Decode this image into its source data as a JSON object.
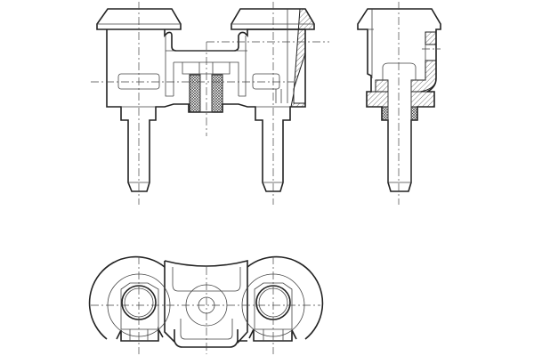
{
  "drawing": {
    "views": [
      "front-section-view",
      "side-section-view",
      "bottom-view"
    ],
    "colors": {
      "line": "#222222",
      "background": "#ffffff"
    }
  }
}
